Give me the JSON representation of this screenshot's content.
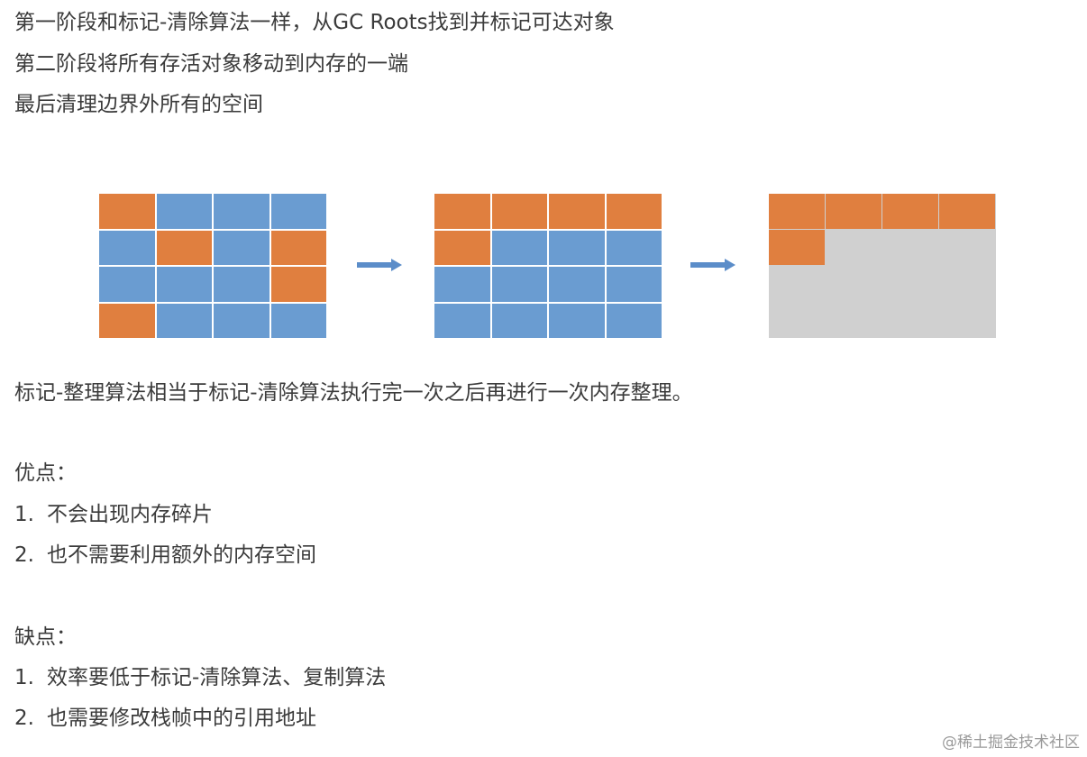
{
  "intro": {
    "line1": "第一阶段和标记-清除算法一样，从GC Roots找到并标记可达对象",
    "line2": "第二阶段将所有存活对象移动到内存的一端",
    "line3": "最后清理边界外所有的空间"
  },
  "diagram": {
    "colors": {
      "live": "#e07f3f",
      "dead": "#6a9cd1",
      "free": "#d0d0d0",
      "arrow": "#5b8dc9"
    },
    "grid_before": [
      [
        "live",
        "dead",
        "dead",
        "dead"
      ],
      [
        "dead",
        "live",
        "dead",
        "live"
      ],
      [
        "dead",
        "dead",
        "dead",
        "live"
      ],
      [
        "live",
        "dead",
        "dead",
        "dead"
      ]
    ],
    "grid_after_move": [
      [
        "live",
        "live",
        "live",
        "live"
      ],
      [
        "live",
        "dead",
        "dead",
        "dead"
      ],
      [
        "dead",
        "dead",
        "dead",
        "dead"
      ],
      [
        "dead",
        "dead",
        "dead",
        "dead"
      ]
    ],
    "grid_after_clean_live_blocks": [
      [
        0,
        0
      ],
      [
        0,
        1
      ],
      [
        0,
        2
      ],
      [
        0,
        3
      ],
      [
        1,
        0
      ]
    ]
  },
  "summary": "标记-整理算法相当于标记-清除算法执行完一次之后再进行一次内存整理。",
  "pros": {
    "title": "优点：",
    "items": [
      {
        "num": "1.",
        "text": "不会出现内存碎片"
      },
      {
        "num": "2.",
        "text": "也不需要利用额外的内存空间"
      }
    ]
  },
  "cons": {
    "title": "缺点：",
    "items": [
      {
        "num": "1.",
        "text": "效率要低于标记-清除算法、复制算法"
      },
      {
        "num": "2.",
        "text": "也需要修改栈帧中的引用地址"
      }
    ]
  },
  "watermark": "@稀土掘金技术社区"
}
